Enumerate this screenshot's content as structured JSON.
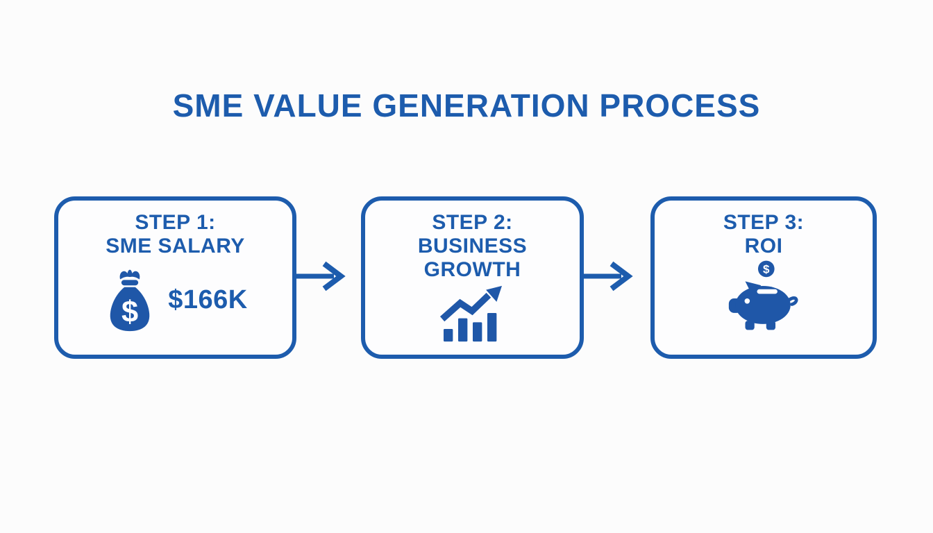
{
  "header": {
    "title": "SME VALUE GENERATION PROCESS"
  },
  "colors": {
    "primary_blue": "#1d5cad",
    "icon_blue": "#1f57a8",
    "background": "#fcfcfc",
    "box_background": "#fdfdfe",
    "icon_detail_white": "#ffffff"
  },
  "steps": [
    {
      "title_line1": "STEP 1:",
      "title_line2": "SME SALARY",
      "icon": "money-bag",
      "value": "$166K"
    },
    {
      "title_line1": "STEP 2:",
      "title_line2": "BUSINESS",
      "title_line3": "GROWTH",
      "icon": "growth-chart"
    },
    {
      "title_line1": "STEP 3:",
      "title_line2": "ROI",
      "icon": "piggy-bank"
    }
  ],
  "icons": {
    "currency_symbol": "$"
  }
}
